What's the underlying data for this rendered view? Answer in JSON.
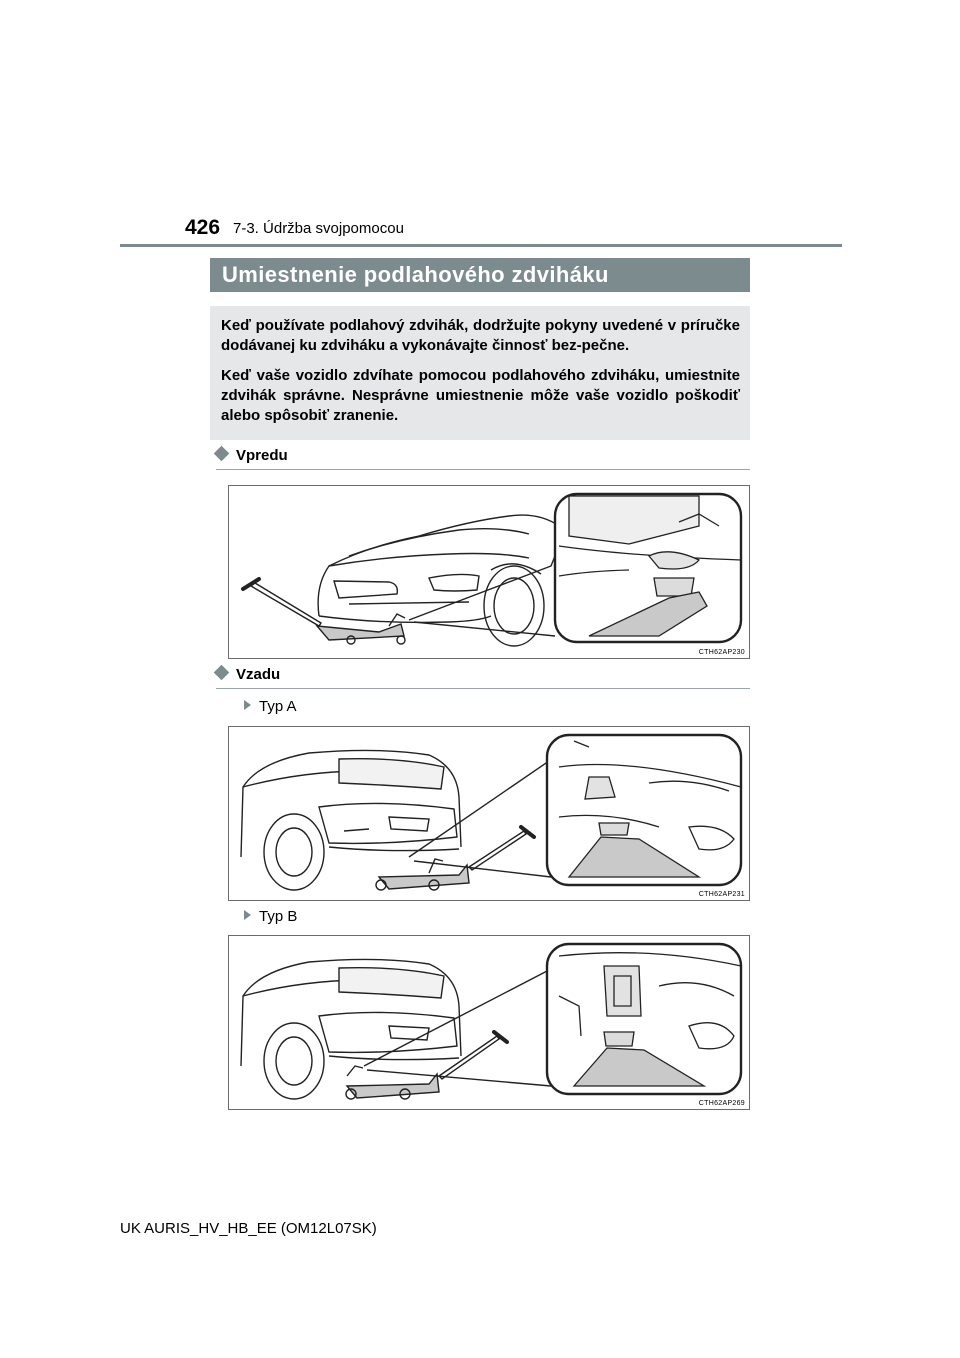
{
  "header": {
    "page_number": "426",
    "chapter": "7-3. Údržba svojpomocou"
  },
  "section": {
    "title": "Umiestnenie podlahového zdviháku"
  },
  "intro": {
    "paragraph_1": "Keď používate podlahový zdvihák, dodržujte pokyny uvedené v príručke dodávanej ku zdviháku a vykonávajte činnosť bez-pečne.",
    "paragraph_2": "Keď vaše vozidlo zdvíhate pomocou podlahového zdviháku, umiestnite zdvihák správne. Nesprávne umiestnenie môže vaše vozidlo poškodiť alebo spôsobiť zranenie."
  },
  "front": {
    "heading": "Vpredu",
    "figure_code": "CTH62AP230"
  },
  "rear": {
    "heading": "Vzadu",
    "type_a": {
      "label": "Typ A",
      "figure_code": "CTH62AP231"
    },
    "type_b": {
      "label": "Typ B",
      "figure_code": "CTH62AP269"
    }
  },
  "footer": {
    "model": "UK AURIS_HV_HB_EE (OM12L07SK)"
  },
  "colors": {
    "accent": "#7b8b8e",
    "intro_background": "#e6e7e8",
    "jack_fill": "#c9c9c9"
  }
}
